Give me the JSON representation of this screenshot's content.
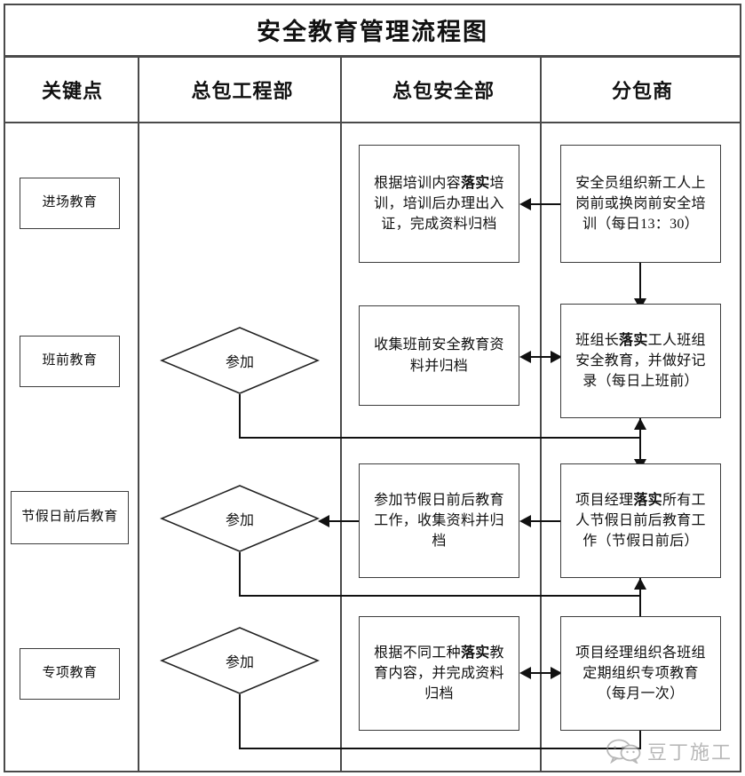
{
  "title": "安全教育管理流程图",
  "columns": [
    {
      "key": "keypoint",
      "label": "关键点"
    },
    {
      "key": "gc_dept",
      "label": "总包工程部"
    },
    {
      "key": "aq_dept",
      "label": "总包安全部"
    },
    {
      "key": "subcontract",
      "label": "分包商"
    }
  ],
  "rows": [
    {
      "keypoint": "进场教育",
      "decision": null,
      "safety": {
        "pre": "根据培训内容",
        "bold": "落实",
        "post": "培训，培训后办理出入证，完成资料归档"
      },
      "sub": {
        "pre": "安全员组织新工人上岗前或换岗前安全培训（每日13：30）",
        "bold": "",
        "post": ""
      }
    },
    {
      "keypoint": "班前教育",
      "decision": "参加",
      "safety": {
        "pre": "收集班前安全教育资料并归档",
        "bold": "",
        "post": ""
      },
      "sub": {
        "pre": "班组长",
        "bold": "落实",
        "post": "工人班组安全教育，并做好记录（每日上班前）"
      }
    },
    {
      "keypoint": "节假日前后教育",
      "decision": "参加",
      "safety": {
        "pre": "参加节假日前后教育工作，收集资料并归档",
        "bold": "",
        "post": ""
      },
      "sub": {
        "pre": "项目经理",
        "bold": "落实",
        "post": "所有工人节假日前后教育工作（节假日前后）"
      }
    },
    {
      "keypoint": "专项教育",
      "decision": "参加",
      "safety": {
        "pre": "根据不同工种",
        "bold": "落实",
        "post": "教育内容，并完成资料归档"
      },
      "sub": {
        "pre": "项目经理组织各班组定期组织专项教育（每月一次）",
        "bold": "",
        "post": ""
      }
    }
  ],
  "watermark": {
    "text": "豆丁施工",
    "icon": "wechat-bubbles-icon"
  },
  "colors": {
    "line": "#3c3c3c",
    "frame": "#4a4a4a",
    "text": "#111111",
    "watermark": "#8e8e8e",
    "background": "#ffffff"
  }
}
